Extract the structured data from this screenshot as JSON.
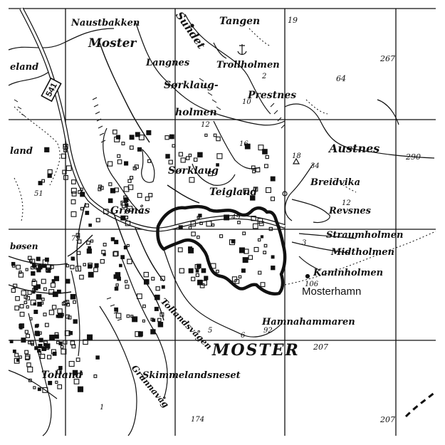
{
  "map": {
    "places": {
      "naustbakken": "Naustbakken",
      "moster_top": "Moster",
      "sundet": "Sundet",
      "tangen": "Tangen",
      "langnes": "Langnes",
      "trollholmen": "Trollholmen",
      "serklaug": "Sørklaug-",
      "holmen": "holmen",
      "prestnes": "Prestnes",
      "austnes": "Austnes",
      "breidvika": "Breidvika",
      "revsnes": "Revsnes",
      "serklaug2": "Sørklaug",
      "teigland": "Teigland",
      "gronas": "Grønås",
      "straumholmen": "Straumholmen",
      "midtholmen": "Midtholmen",
      "kaninholmen": "Kaninholmen",
      "mosterhamn": "Mosterhamn",
      "hamnahammaren": "Hamnahammaren",
      "moster_big": "MOSTER",
      "tolland": "Tolland",
      "skimmelandsneset": "Skimmelandsneset",
      "land_left": "land",
      "eland": "eland",
      "bosen": "bøsen",
      "tollandsvagen": "Tollandsvågen",
      "grunnavag": "Grunnavåg"
    },
    "road_number": "541",
    "spot_heights": {
      "h19": "19",
      "h267": "267",
      "h64": "64",
      "h290": "290",
      "h34": "34",
      "h18": "18",
      "h12": "12",
      "h12b": "12",
      "h10": "10",
      "h16": "16",
      "h49": "49",
      "h79": "79",
      "h106": "106",
      "h92": "92",
      "h207": "207",
      "h174": "174",
      "h207b": "207",
      "h3": "3",
      "h5": "5",
      "h6": "6",
      "h2": "2",
      "h1": "1",
      "h51": "51"
    }
  }
}
